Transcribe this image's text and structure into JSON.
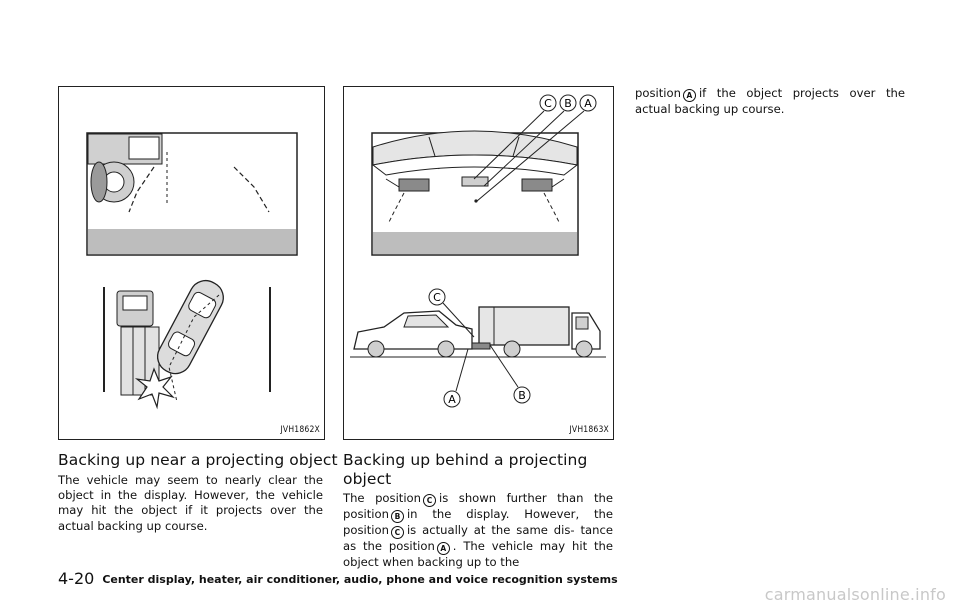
{
  "figures": {
    "left": {
      "code": "JVH1862X"
    },
    "middle": {
      "code": "JVH1863X",
      "callouts": {
        "a": "A",
        "b": "B",
        "c": "C"
      }
    }
  },
  "left_section": {
    "heading": "Backing up near a projecting object",
    "body": "The vehicle may seem to nearly clear the object in the display. However, the vehicle may hit the object if it projects over the actual backing up course."
  },
  "middle_section": {
    "heading_line1": "Backing up behind a projecting",
    "heading_line2": "object",
    "t1": "The position",
    "m1": "C",
    "t2": "is shown further than the position",
    "m2": "B",
    "t3": "in the display. However, the position",
    "m3": "C",
    "t4": "is actually at the same dis- tance as the position",
    "m4": "A",
    "t5": ". The vehicle may hit the object when backing up to the"
  },
  "right_section": {
    "t1": "position",
    "m1": "A",
    "t2": "if the object projects over the actual backing up course."
  },
  "footer": {
    "page_number": "4-20",
    "chapter": "Center display, heater, air conditioner, audio, phone and voice recognition systems"
  },
  "watermark": "carmanualsonline.info"
}
